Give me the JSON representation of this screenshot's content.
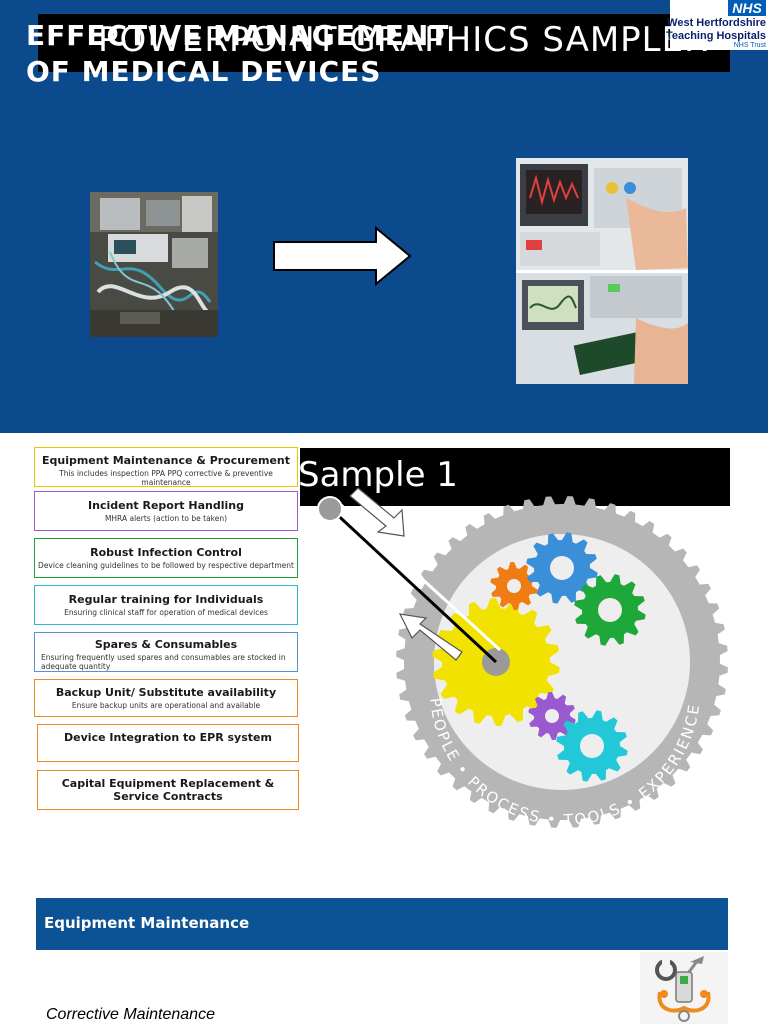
{
  "slide1": {
    "background_title": "POWERPOINT GRAPHICS SAMPLER",
    "title_line1": "EFFECTIVE MANAGEMENT",
    "title_line2": "OF MEDICAL DEVICES",
    "logo": {
      "mark": "NHS",
      "line1": "West Hertfordshire",
      "line2": "Teaching Hospitals",
      "line3": "NHS Trust"
    },
    "colors": {
      "background": "#0b4a8d",
      "title_bar": "#000000"
    }
  },
  "slide2": {
    "title": "Sample 1",
    "items": [
      {
        "title": "Equipment Maintenance & Procurement",
        "sub": "This includes inspection PPA PPQ corrective & preventive maintenance",
        "color": "#e8c800"
      },
      {
        "title": "Incident Report Handling",
        "sub": "MHRA alerts (action to be taken)",
        "color": "#9b59d0"
      },
      {
        "title": "Robust Infection Control",
        "sub": "Device cleaning guidelines to be followed by respective department",
        "color": "#1aa33a"
      },
      {
        "title": "Regular training for Individuals",
        "sub": "Ensuring clinical staff for operation of medical devices",
        "color": "#2bb8c8"
      },
      {
        "title": "Spares & Consumables",
        "sub": "Ensuring frequently used spares and consumables are stocked in adequate quantity",
        "color": "#5b8fd6"
      },
      {
        "title": "Backup Unit/ Substitute availability",
        "sub": "Ensure backup units are operational and available",
        "color": "#f08a1c"
      },
      {
        "title": "Device Integration to EPR system",
        "sub": "",
        "color": "#f08a1c"
      },
      {
        "title": "Capital Equipment Replacement & Service Contracts",
        "sub": "",
        "color": "#f08a1c"
      }
    ],
    "gear_ring_words": [
      "PEOPLE",
      "PROCESS",
      "TOOLS",
      "EXPERIENCE"
    ]
  },
  "slide3": {
    "header": "Equipment Maintenance",
    "subheading": "Corrective Maintenance",
    "colors": {
      "header": "#0b5394"
    }
  }
}
